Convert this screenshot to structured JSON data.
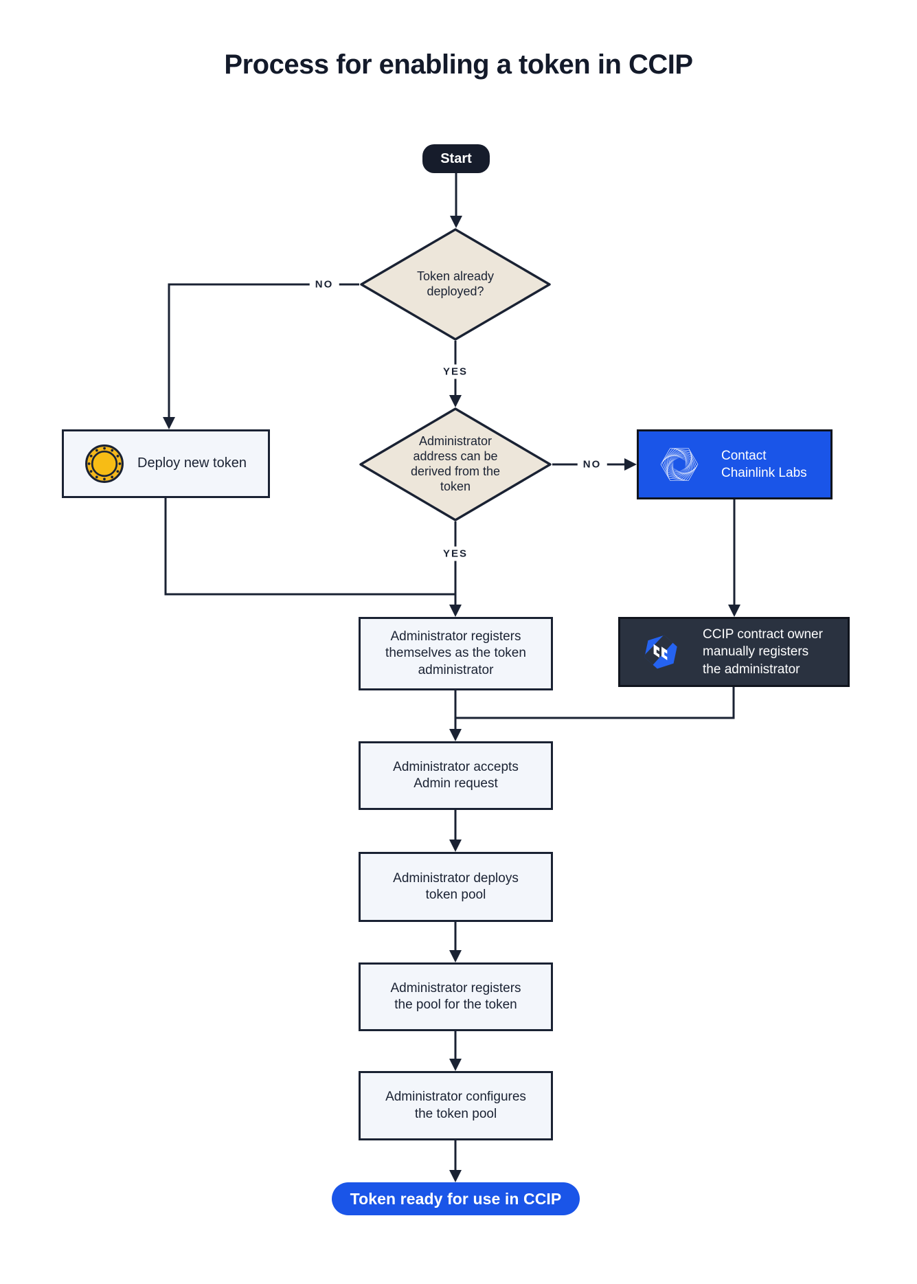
{
  "title": "Process for enabling a token in CCIP",
  "colors": {
    "ink": "#1A2233",
    "diamond_fill": "#EDE6DA",
    "box_fill": "#F3F6FB",
    "brand_blue": "#1A55E8",
    "dark_panel": "#2A3240",
    "coin_gold": "#F5B81B",
    "ccip_icon_blue": "#2563F0"
  },
  "nodes": {
    "start": {
      "label": "Start"
    },
    "decision_token_deployed": {
      "label": "Token already\ndeployed?"
    },
    "deploy_new_token": {
      "label": "Deploy new token",
      "icon": "coin-icon"
    },
    "decision_admin_derivable": {
      "label": "Administrator\naddress can be\nderived from the\ntoken"
    },
    "contact_chainlink_labs": {
      "label": "Contact\nChainlink Labs",
      "icon": "chainlink-labs-icon"
    },
    "admin_registers_self": {
      "label": "Administrator registers\nthemselves as the token\nadministrator"
    },
    "ccip_owner_registers": {
      "label": "CCIP contract owner\nmanually registers\nthe administrator",
      "icon": "ccip-icon"
    },
    "admin_accepts_request": {
      "label": "Administrator accepts\nAdmin request"
    },
    "admin_deploys_pool": {
      "label": "Administrator deploys\ntoken pool"
    },
    "admin_registers_pool": {
      "label": "Administrator registers\nthe pool for the token"
    },
    "admin_configures_pool": {
      "label": "Administrator configures\nthe token pool"
    },
    "token_ready": {
      "label": "Token ready for use in CCIP"
    }
  },
  "edge_labels": {
    "no_token_deployed": "NO",
    "yes_token_deployed": "YES",
    "no_admin_derivable": "NO",
    "yes_admin_derivable": "YES"
  }
}
